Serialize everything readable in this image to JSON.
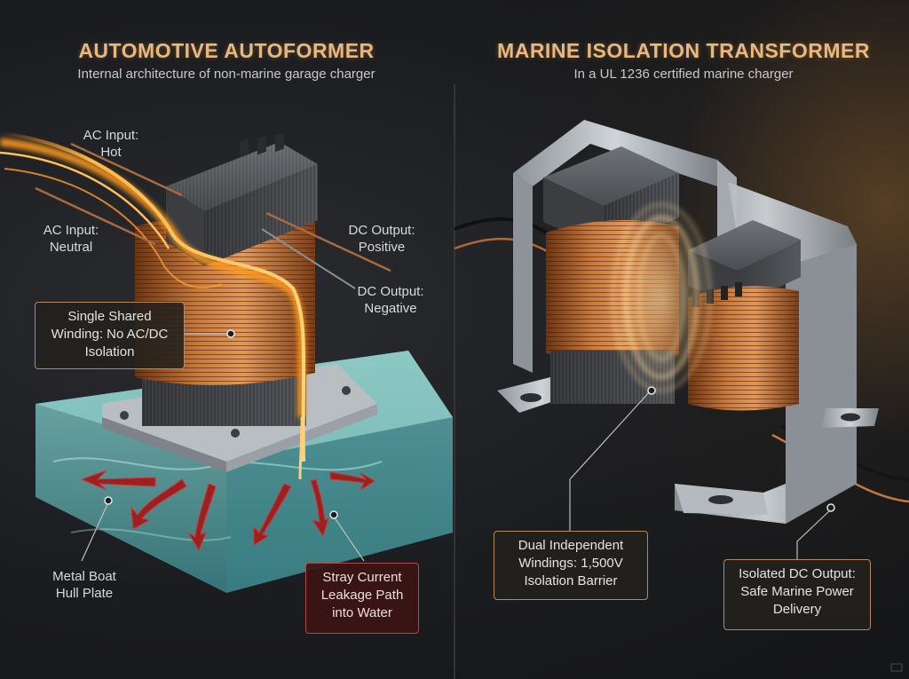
{
  "left_panel": {
    "title": "AUTOMOTIVE AUTOFORMER",
    "subtitle": "Internal architecture of non-marine garage charger",
    "labels": {
      "ac_hot": "AC Input:\nHot",
      "ac_neutral": "AC Input:\nNeutral",
      "dc_positive": "DC Output:\nPositive",
      "dc_negative": "DC Output:\nNegative",
      "shared_winding": "Single Shared Winding: No AC/DC Isolation",
      "hull_plate": "Metal Boat\nHull Plate",
      "stray_current": "Stray Current Leakage Path into Water"
    }
  },
  "right_panel": {
    "title": "MARINE ISOLATION TRANSFORMER",
    "subtitle": "In a UL 1236 certified marine charger",
    "labels": {
      "dual_windings": "Dual Independent Windings: 1,500V Isolation Barrier",
      "isolated_output": "Isolated DC Output: Safe Marine Power Delivery"
    }
  },
  "colors": {
    "title": "#e9b87f",
    "callout_border": "#b6895a",
    "warning_border": "#b2473d",
    "copper": "#b5652a",
    "water": "#5fb7b5"
  }
}
